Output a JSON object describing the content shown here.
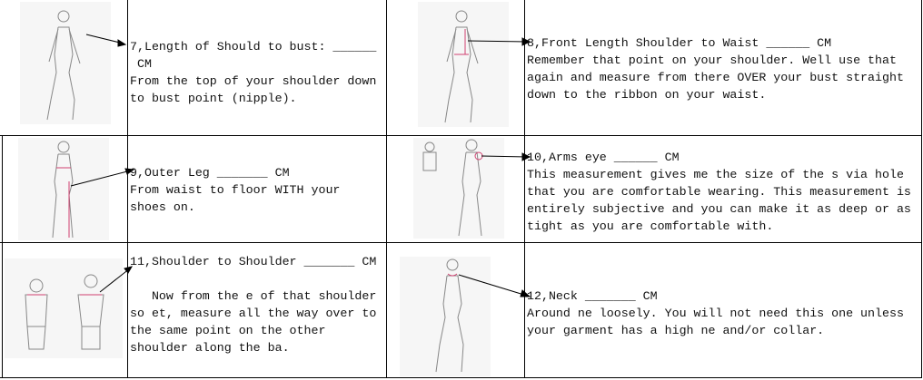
{
  "items": [
    {
      "title": "7,Length of Should to bust: ______\n CM",
      "body": "From the top of your shoulder down\nto bust point (nipple)."
    },
    {
      "title": "8,Front Length Shoulder to Waist ______ CM",
      "body": "Remember that point on your shoulder. Well use that\nagain and measure from there OVER your bust straight\ndown to the ribbon on your waist."
    },
    {
      "title": "9,Outer Leg _______ CM",
      "body": "From waist to floor WITH your\nshoes on."
    },
    {
      "title": "10,Arms eye ______ CM",
      "body": "This measurement gives me the size of the s via hole\nthat you are comfortable wearing. This measurement is\nentirely subjective and you can make it as deep or as\ntight as you are comfortable with."
    },
    {
      "title": "11,Shoulder to Shoulder _______ CM",
      "body": "\n   Now from the e of that shoulder\nso et, measure all the way over to\nthe same point on the other\nshoulder along the ba."
    },
    {
      "title": "12,Neck _______ CM",
      "body": "Around ne loosely. You will not need this one unless\nyour garment has a high ne and/or collar."
    }
  ],
  "colors": {
    "line": "#000000",
    "sketch": "#888888",
    "marker": "#d04070"
  }
}
